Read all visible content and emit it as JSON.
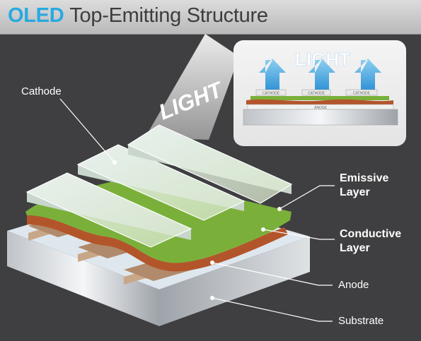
{
  "header": {
    "accent": "OLED",
    "title": "Top-Emitting Structure"
  },
  "light_label": "LIGHT",
  "inset": {
    "light_label": "LIGHT",
    "cathode_label": "CATHODE",
    "anode_label": "ANODE"
  },
  "labels": {
    "cathode": "Cathode",
    "emissive_line1": "Emissive",
    "emissive_line2": "Layer",
    "conductive_line1": "Conductive",
    "conductive_line2": "Layer",
    "anode": "Anode",
    "substrate": "Substrate"
  },
  "colors": {
    "accent": "#28a9e0",
    "background": "#3f3f41",
    "emissive": "#7ab03a",
    "conductive": "#b3552b",
    "light_arrow": "#5ab7e6"
  }
}
